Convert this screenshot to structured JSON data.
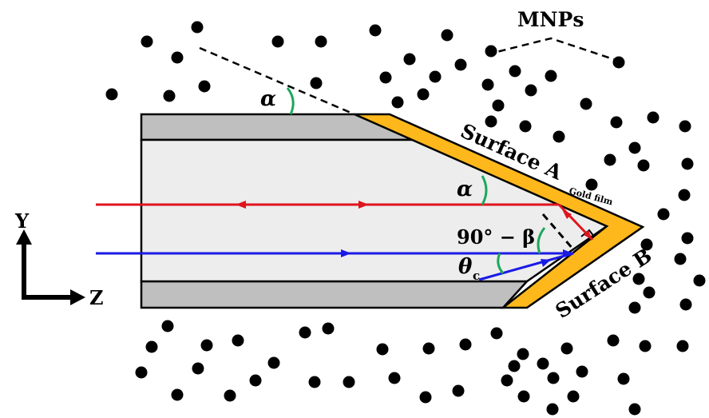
{
  "labels": {
    "mnps": "MNPs",
    "surface_a": "Surface A",
    "surface_b": "Surface B",
    "gold_film": "Gold film",
    "alpha_top": "α",
    "alpha_inner": "α",
    "ninety_minus_beta": "90° − β",
    "theta": "θ",
    "theta_sub": "c",
    "axis_y": "Y",
    "axis_z": "Z"
  },
  "colors": {
    "gold": "#FFB81C",
    "cladding": "#BFBFBF",
    "core": "#EDEDED",
    "ray_red": "#E0141E",
    "ray_blue": "#1A1AE6",
    "angle_arc": "#1BA85A",
    "particle": "#000000"
  }
}
